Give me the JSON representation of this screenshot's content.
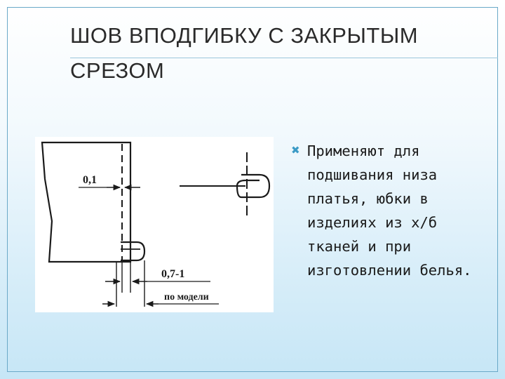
{
  "slide": {
    "title": "ШОВ ВПОДГИБКУ С ЗАКРЫТЫМ СРЕЗОМ",
    "bullet_icon": "x-mark-icon",
    "bullet_text": "Применяют для подшивания низа платья, юбки в изделиях из х/б тканей и при изготовлении белья."
  },
  "diagram": {
    "label_top": "0,1",
    "label_bottom": "0,7-1",
    "label_model": "по модели"
  },
  "colors": {
    "accent": "#3b9bc6",
    "frame": "#6aa9c8",
    "ink": "#1a1a1a"
  }
}
